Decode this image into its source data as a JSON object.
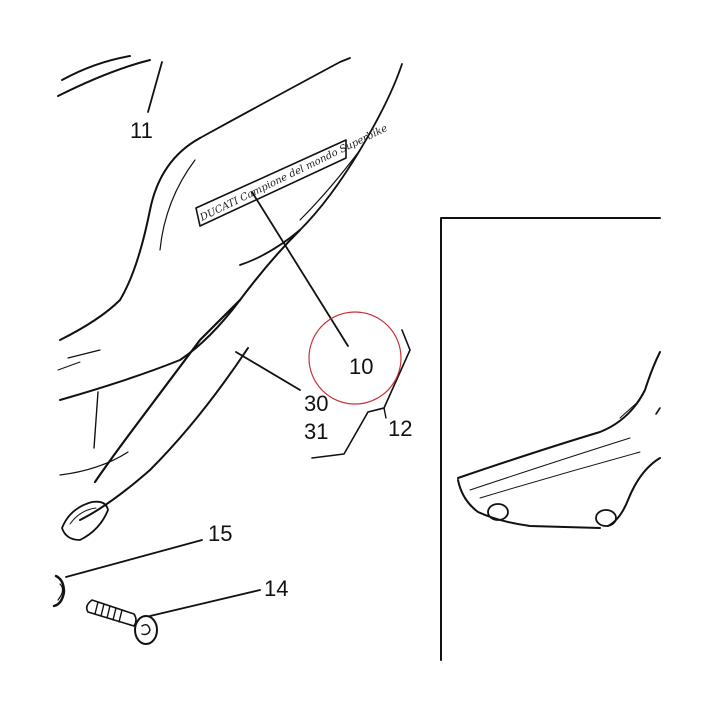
{
  "diagram": {
    "callouts": {
      "c11": "11",
      "c10": "10",
      "c30": "30",
      "c31": "31",
      "c12": "12",
      "c15": "15",
      "c14": "14"
    },
    "decal_text": "DUCATI Campione del mondo Superbike",
    "colors": {
      "ink": "#111111",
      "highlight_circle": "#c8323c",
      "background": "#ffffff"
    }
  }
}
